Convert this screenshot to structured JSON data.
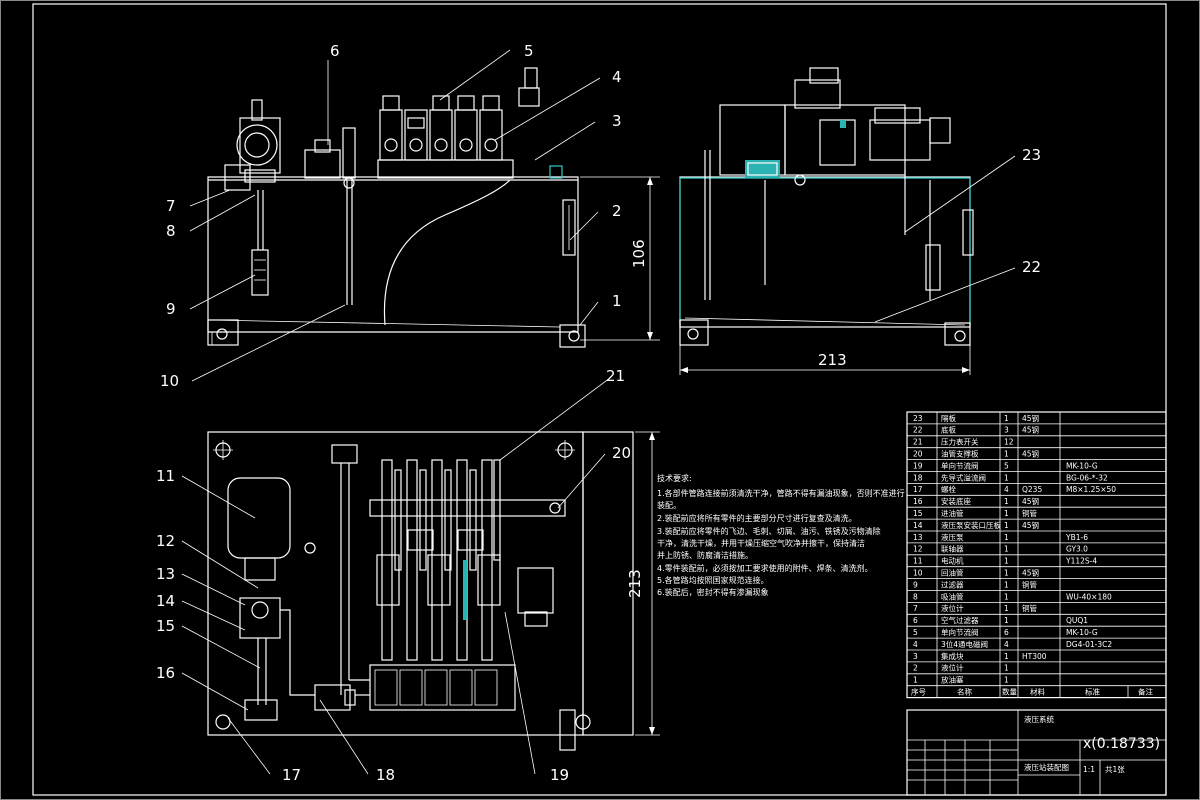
{
  "callouts": {
    "c1": "1",
    "c2": "2",
    "c3": "3",
    "c4": "4",
    "c5": "5",
    "c6": "6",
    "c7": "7",
    "c8": "8",
    "c9": "9",
    "c10": "10",
    "c11": "11",
    "c12": "12",
    "c13": "13",
    "c14": "14",
    "c15": "15",
    "c16": "16",
    "c17": "17",
    "c18": "18",
    "c19": "19",
    "c20": "20",
    "c21": "21",
    "c22": "22",
    "c23": "23"
  },
  "dimensions": {
    "front_height": "106",
    "side_width": "213",
    "top_height": "213"
  },
  "notes": {
    "title": "技术要求:",
    "lines": [
      "1.各部件管路连接前须清洗干净，管路不得有漏油现象，否则不准进行",
      "   装配。",
      "2.装配前应将所有零件的主要部分尺寸进行复查及清洗。",
      "3.装配前应将零件的飞边、毛刺、切屑、油污、铁锈及污物清除",
      "   干净，清洗干燥，并用干燥压缩空气吹净并擦干，保持清洁",
      "   并上防锈、防腐清洁措施。",
      "4.零件装配前，必须按加工要求使用的附件、焊条、清洗剂。",
      "5.各管路均按照国家规范连接。",
      "6.装配后，密封不得有渗漏现象"
    ]
  },
  "bom": {
    "rows": [
      {
        "no": "23",
        "name": "隔板",
        "qty": "1",
        "mat": "45钢",
        "std": "",
        "note": ""
      },
      {
        "no": "22",
        "name": "底板",
        "qty": "3",
        "mat": "45钢",
        "std": "",
        "note": ""
      },
      {
        "no": "21",
        "name": "压力表开关",
        "qty": "12",
        "mat": "",
        "std": "",
        "note": ""
      },
      {
        "no": "20",
        "name": "油管支撑板",
        "qty": "1",
        "mat": "45钢",
        "std": "",
        "note": ""
      },
      {
        "no": "19",
        "name": "单向节流阀",
        "qty": "5",
        "mat": "",
        "std": "MK-10-G",
        "note": ""
      },
      {
        "no": "18",
        "name": "先导式溢流阀",
        "qty": "1",
        "mat": "",
        "std": "BG-06-*-32",
        "note": ""
      },
      {
        "no": "17",
        "name": "螺栓",
        "qty": "4",
        "mat": "Q235",
        "std": "M8×1.25×50",
        "note": ""
      },
      {
        "no": "16",
        "name": "安装底座",
        "qty": "1",
        "mat": "45钢",
        "std": "",
        "note": ""
      },
      {
        "no": "15",
        "name": "进油管",
        "qty": "1",
        "mat": "铜管",
        "std": "",
        "note": ""
      },
      {
        "no": "14",
        "name": "液压泵安装口压板",
        "qty": "1",
        "mat": "45钢",
        "std": "",
        "note": ""
      },
      {
        "no": "13",
        "name": "液压泵",
        "qty": "1",
        "mat": "",
        "std": "YB1-6",
        "note": ""
      },
      {
        "no": "12",
        "name": "联轴器",
        "qty": "1",
        "mat": "",
        "std": "GY3.0",
        "note": ""
      },
      {
        "no": "11",
        "name": "电动机",
        "qty": "1",
        "mat": "",
        "std": "Y112S-4",
        "note": ""
      },
      {
        "no": "10",
        "name": "回油管",
        "qty": "1",
        "mat": "45钢",
        "std": "",
        "note": ""
      },
      {
        "no": "9",
        "name": "过滤器",
        "qty": "1",
        "mat": "铜管",
        "std": "",
        "note": ""
      },
      {
        "no": "8",
        "name": "吸油管",
        "qty": "1",
        "mat": "",
        "std": "WU-40×180",
        "note": ""
      },
      {
        "no": "7",
        "name": "液位计",
        "qty": "1",
        "mat": "铜管",
        "std": "",
        "note": ""
      },
      {
        "no": "6",
        "name": "空气过滤器",
        "qty": "1",
        "mat": "",
        "std": "QUQ1",
        "note": ""
      },
      {
        "no": "5",
        "name": "单向节流阀",
        "qty": "6",
        "mat": "",
        "std": "MK-10-G",
        "note": ""
      },
      {
        "no": "4",
        "name": "3位4通电磁阀",
        "qty": "4",
        "mat": "",
        "std": "DG4-01-3C2",
        "note": ""
      },
      {
        "no": "3",
        "name": "集成块",
        "qty": "1",
        "mat": "HT300",
        "std": "",
        "note": ""
      },
      {
        "no": "2",
        "name": "液位计",
        "qty": "1",
        "mat": "",
        "std": "",
        "note": ""
      },
      {
        "no": "1",
        "name": "放油塞",
        "qty": "1",
        "mat": "",
        "std": "",
        "note": ""
      }
    ],
    "header": {
      "no": "序号",
      "name": "名称",
      "qty": "数量",
      "mat": "材料",
      "std": "标准",
      "note": "备注"
    }
  },
  "title_block": {
    "code": "x(0.18733)",
    "school": "液压系统",
    "drawing_name": "液压站装配图",
    "scale": "1:1",
    "sheet": "共1张"
  }
}
